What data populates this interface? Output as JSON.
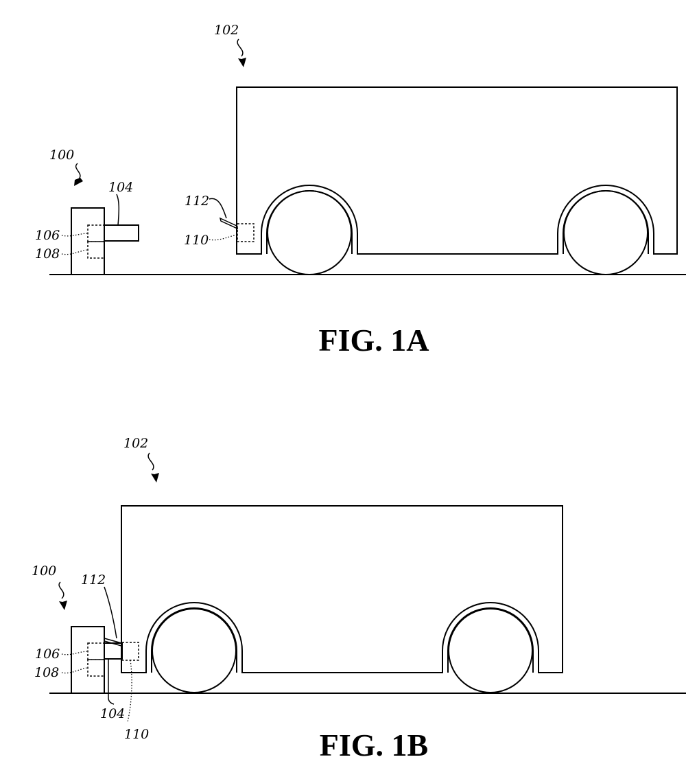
{
  "figures": [
    {
      "caption": "FIG. 1A",
      "labels": {
        "station": "100",
        "vehicle": "102",
        "arm": "104",
        "comp_106": "106",
        "comp_108": "108",
        "port": "110",
        "contact": "112"
      }
    },
    {
      "caption": "FIG. 1B",
      "labels": {
        "station": "100",
        "vehicle": "102",
        "arm": "104",
        "comp_106": "106",
        "comp_108": "108",
        "port": "110",
        "contact": "112"
      }
    }
  ]
}
